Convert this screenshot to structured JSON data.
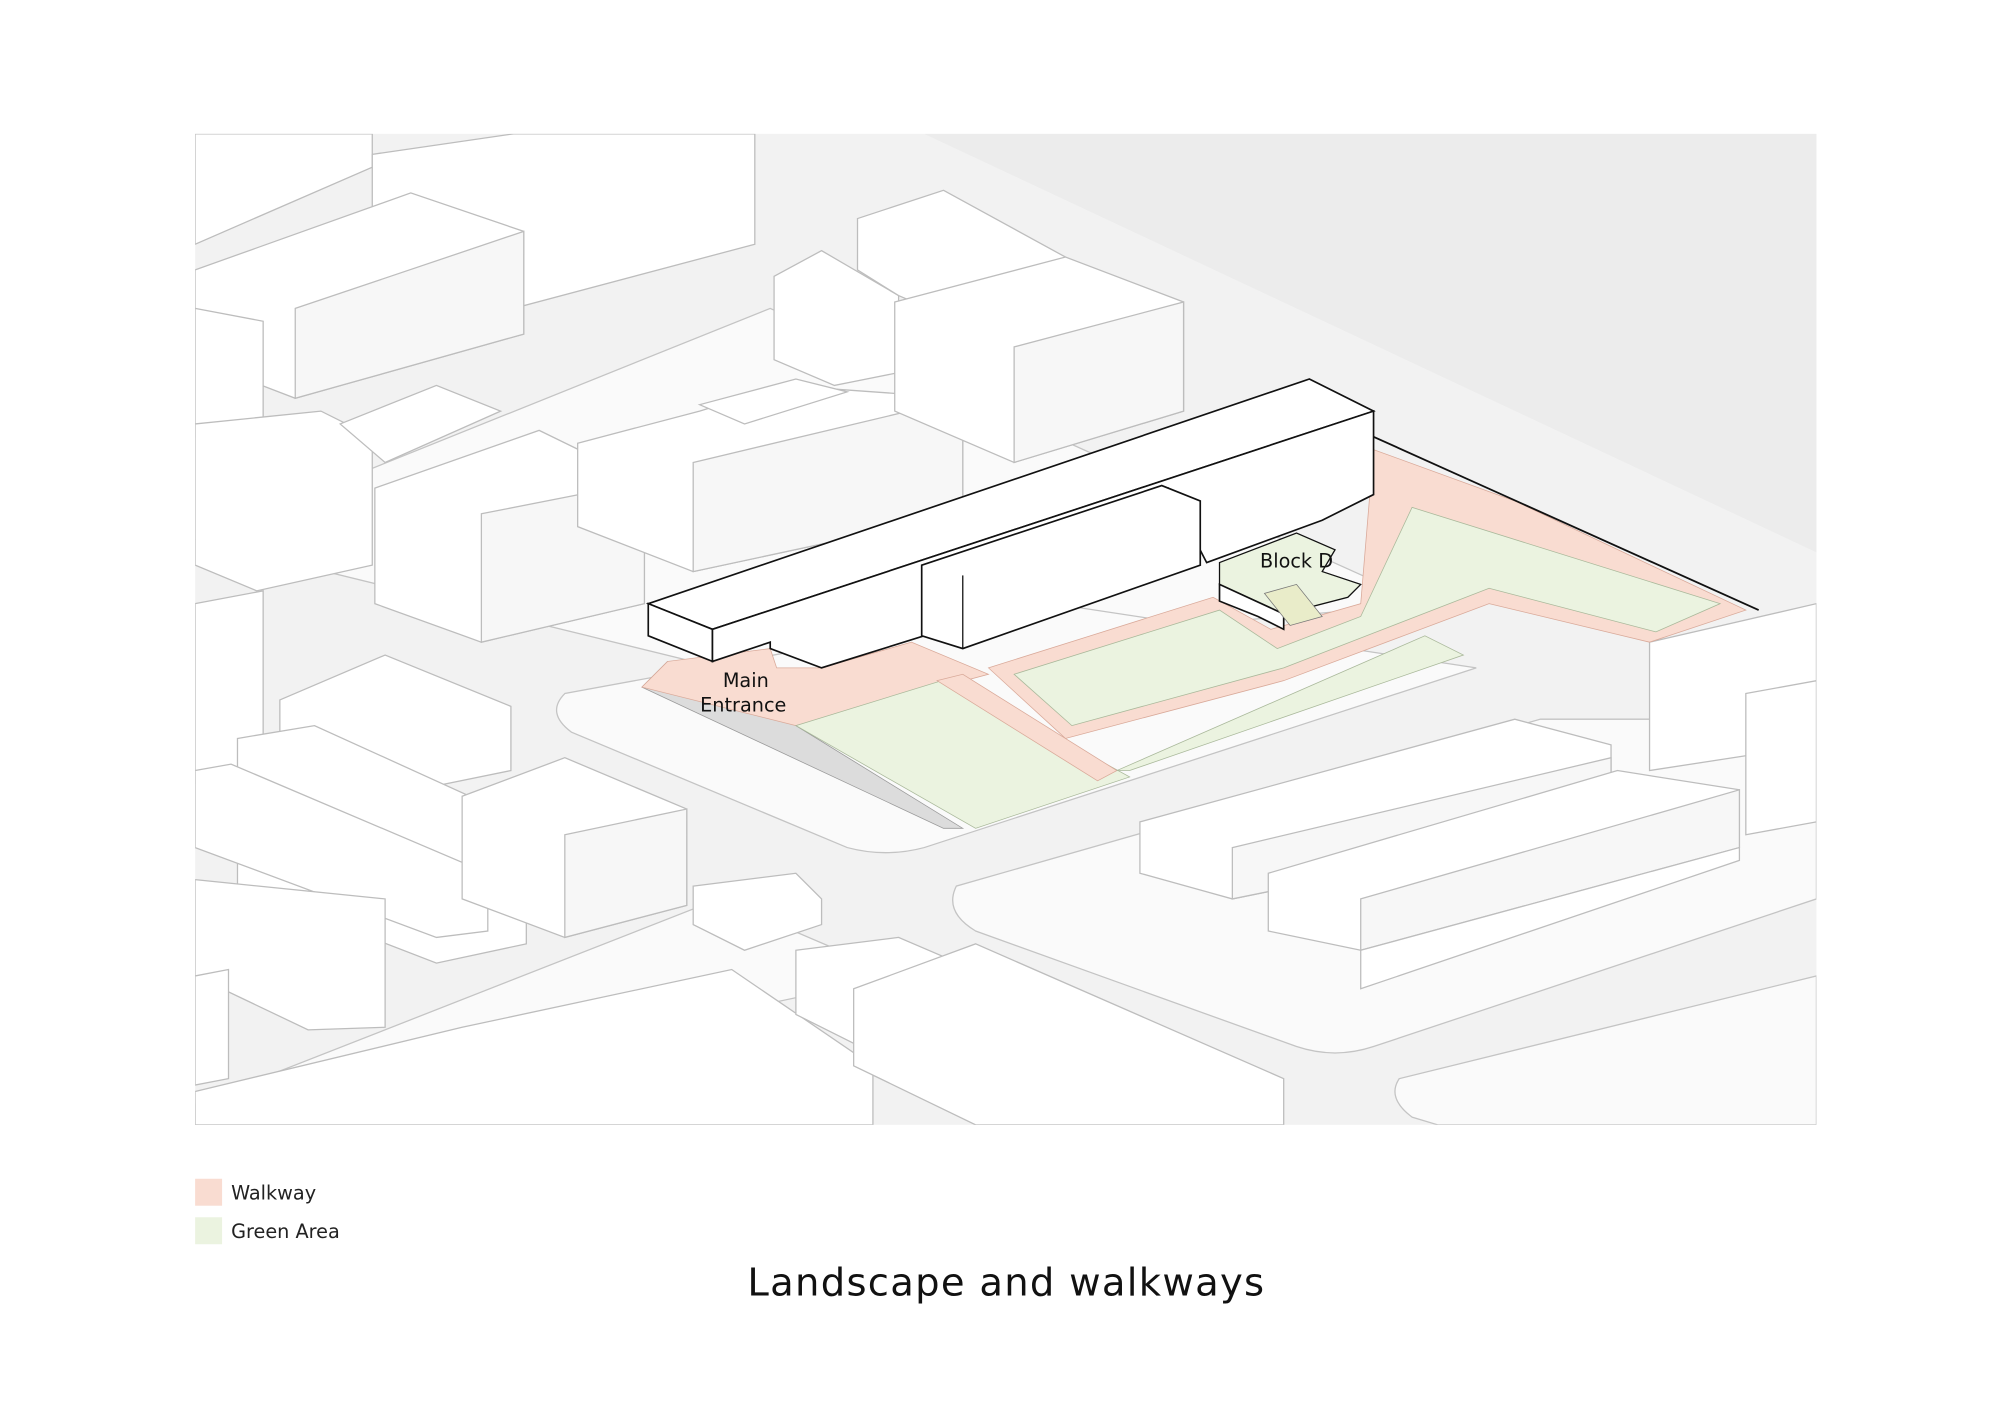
{
  "diagram": {
    "title": "Landscape and walkways",
    "labels": {
      "main_entrance_line1": "Main",
      "main_entrance_line2": "Entrance",
      "block_d": "Block D"
    },
    "legend": [
      {
        "label": "Walkway",
        "color": "#f9dcd1"
      },
      {
        "label": "Green Area",
        "color": "#ebf3e0"
      }
    ]
  }
}
